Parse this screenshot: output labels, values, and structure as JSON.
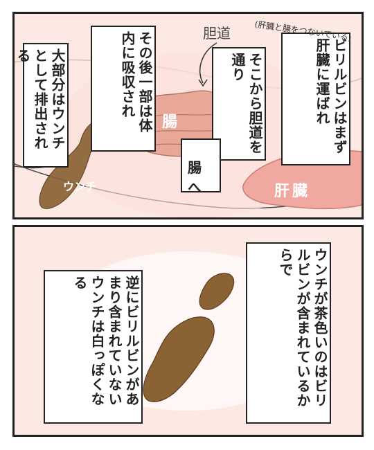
{
  "panel1": {
    "box_excreted": "大部分はウンチとして排出される",
    "box_absorbed": "その後一部は体内に吸収され",
    "box_via_bile_duct": "そこから胆道を通り",
    "box_to_intestine": "腸へ",
    "box_liver": "ビリルビンはまず肝臓に運ばれ",
    "label_bile_duct": "胆道",
    "note_bile_duct": "(肝臓と腸をつないでいる)",
    "label_intestine": "腸",
    "label_liver": "肝臓",
    "label_poop": "ウンチ"
  },
  "panel2": {
    "box_brown": "ウンチが茶色いのはビリルビンが含まれているからで",
    "box_white": "逆にビリルビンがあまり含まれていないウンチは白っぽくなる"
  },
  "colors": {
    "panel_bg": "#fde9e4",
    "liver": "#f0a8a0",
    "intestine": "#e8a898",
    "poop": "#8b6234"
  }
}
